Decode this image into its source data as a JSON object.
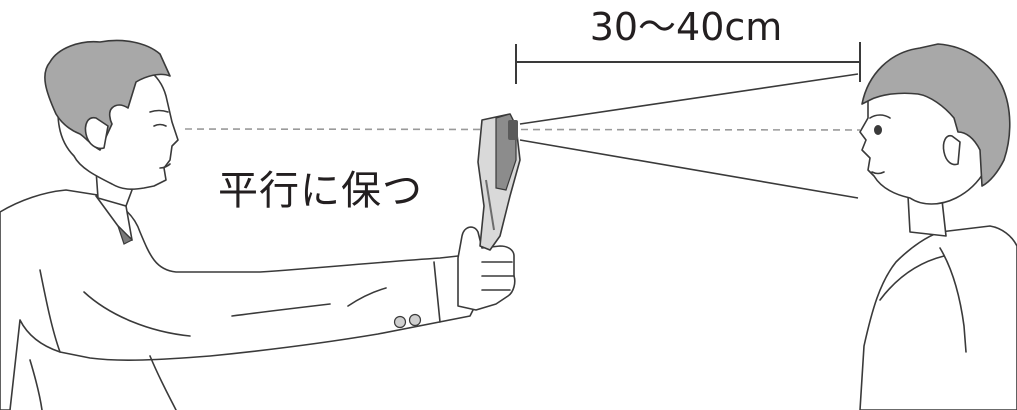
{
  "labels": {
    "distance": "30〜40cm",
    "instruction": "平行に保つ"
  },
  "colors": {
    "text": "#231f20",
    "line": "#3a3a3a",
    "hair": "#a8a8a8",
    "dashed_line": "#9a9a9a",
    "device": "#8c8c8c"
  },
  "figures": {
    "operator": "man-in-suit-holding-device",
    "subject": "person-being-measured",
    "device": "handheld-thermometer-device"
  }
}
